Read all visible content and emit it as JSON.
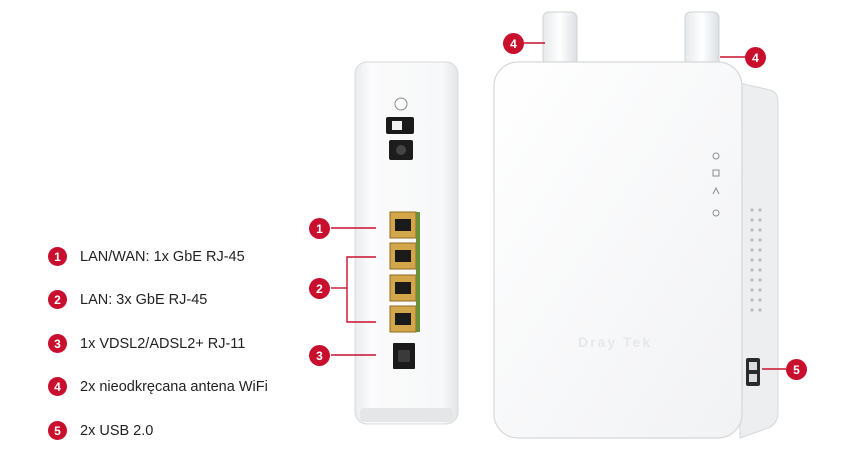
{
  "legend": [
    {
      "number": "1",
      "text": "LAN/WAN: 1x GbE RJ-45"
    },
    {
      "number": "2",
      "text": "LAN: 3x GbE RJ-45"
    },
    {
      "number": "3",
      "text": "1x VDSL2/ADSL2+ RJ-11"
    },
    {
      "number": "4",
      "text": "2x nieodkręcana antena WiFi"
    },
    {
      "number": "5",
      "text": "2x USB 2.0"
    }
  ],
  "callouts": {
    "lan_wan": "1",
    "lan": "2",
    "dsl": "3",
    "antenna_left": "4",
    "antenna_right": "4",
    "usb": "5"
  },
  "device": {
    "brand": "Dray Tek"
  },
  "colors": {
    "accent": "#c8102e",
    "port": "#d4a64a"
  }
}
